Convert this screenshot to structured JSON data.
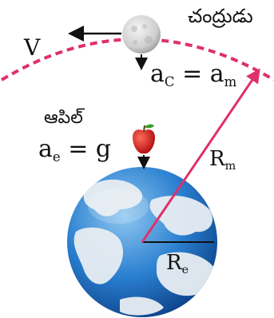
{
  "labels": {
    "moon": "చంద్రుడు",
    "apple": "ఆపిల్",
    "velocity": "V",
    "moon_accel_lhs": "a",
    "moon_accel_lhs_sub": "C",
    "moon_accel_eq": "=",
    "moon_accel_rhs": "a",
    "moon_accel_rhs_sub": "m",
    "apple_accel_lhs": "a",
    "apple_accel_lhs_sub": "e",
    "apple_accel_eq": "=",
    "apple_accel_rhs": "g",
    "moon_radius": "R",
    "moon_radius_sub": "m",
    "earth_radius": "R",
    "earth_radius_sub": "e"
  },
  "colors": {
    "orbit": "#e0306a",
    "radius_line": "#e0306a",
    "arrow": "#111111",
    "apple": "#d42020",
    "ocean": "#1f6fc4",
    "land": "#e8eef2"
  }
}
